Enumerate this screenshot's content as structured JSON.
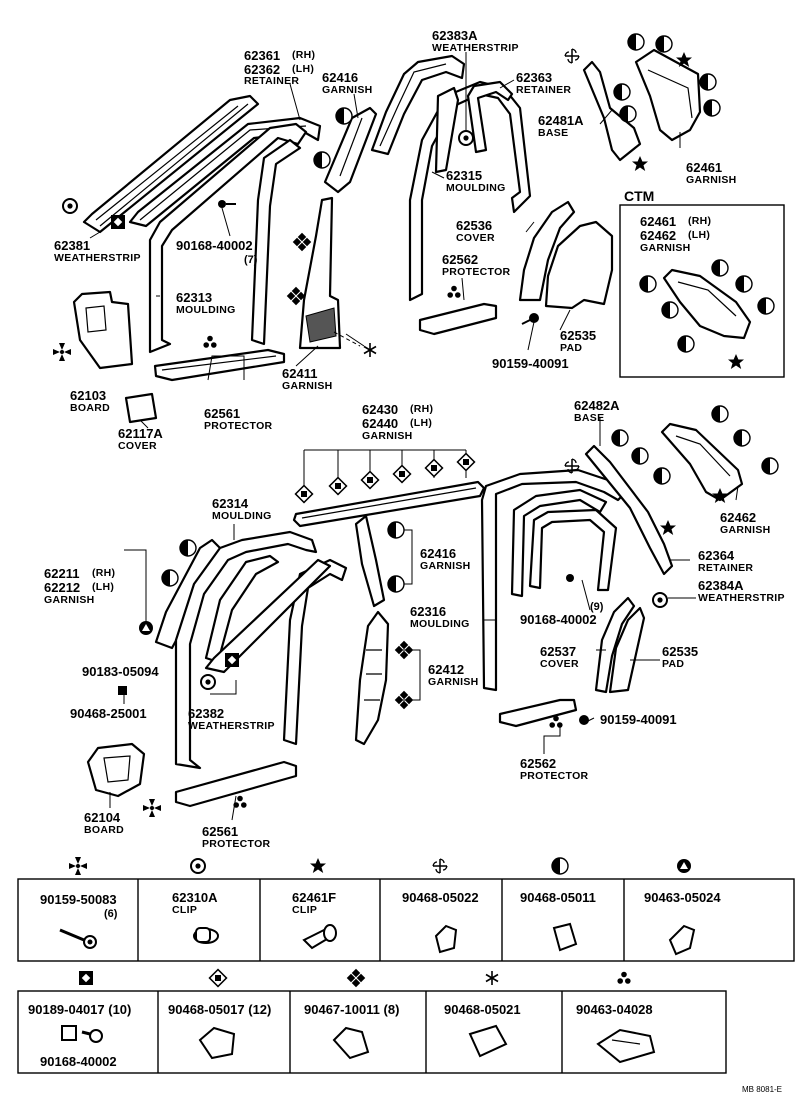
{
  "labels": {
    "p62361": "62361",
    "p62361_rh": "(RH)",
    "p62362": "62362",
    "p62362_lh": "(LH)",
    "n_retainer1": "RETAINER",
    "p62416a": "62416",
    "n_garnish_62416a": "GARNISH",
    "p62383a": "62383A",
    "n_weatherstrip_62383a": "WEATHERSTRIP",
    "p62363": "62363",
    "n_retainer_62363": "RETAINER",
    "p62481a": "62481A",
    "n_base_62481a": "BASE",
    "p62461": "62461",
    "n_garnish_62461": "GARNISH",
    "p62315": "62315",
    "n_moulding_62315": "MOULDING",
    "p62381": "62381",
    "n_weatherstrip_62381": "WEATHERSTRIP",
    "p90168a": "90168-40002",
    "q90168a": "(7)",
    "p62536": "62536",
    "n_cover_62536": "COVER",
    "p62562a": "62562",
    "n_protector_62562a": "PROTECTOR",
    "p62313": "62313",
    "n_moulding_62313": "MOULDING",
    "p62535a": "62535",
    "n_pad_62535a": "PAD",
    "p90159a": "90159-40091",
    "p62411": "62411",
    "n_garnish_62411": "GARNISH",
    "p62103": "62103",
    "n_board_62103": "BOARD",
    "p62117a": "62117A",
    "n_cover_62117a": "COVER",
    "p62561a": "62561",
    "n_protector_62561a": "PROTECTOR",
    "ctm": "CTM",
    "ctm_p62461": "62461",
    "ctm_rh": "(RH)",
    "ctm_p62462": "62462",
    "ctm_lh": "(LH)",
    "ctm_garnish": "GARNISH",
    "p62430": "62430",
    "p62430_rh": "(RH)",
    "p62440": "62440",
    "p62440_lh": "(LH)",
    "n_garnish_62430": "GARNISH",
    "p62482a": "62482A",
    "n_base_62482a": "BASE",
    "p62314": "62314",
    "n_moulding_62314": "MOULDING",
    "p62211": "62211",
    "p62211_rh": "(RH)",
    "p62212": "62212",
    "p62212_lh": "(LH)",
    "n_garnish_62211": "GARNISH",
    "p62416b": "62416",
    "n_garnish_62416b": "GARNISH",
    "p62462": "62462",
    "n_garnish_62462": "GARNISH",
    "p62364": "62364",
    "n_retainer_62364": "RETAINER",
    "p62384a": "62384A",
    "n_weatherstrip_62384a": "WEATHERSTRIP",
    "p90168b": "90168-40002",
    "q90168b": "(9)",
    "p62316": "62316",
    "n_moulding_62316": "MOULDING",
    "p62537": "62537",
    "n_cover_62537": "COVER",
    "p62535b": "62535",
    "n_pad_62535b": "PAD",
    "p90183": "90183-05094",
    "p62412": "62412",
    "n_garnish_62412": "GARNISH",
    "p90468a": "90468-25001",
    "p62382": "62382",
    "n_weatherstrip_62382": "WEATHERSTRIP",
    "p90159b": "90159-40091",
    "p62104": "62104",
    "n_board_62104": "BOARD",
    "p62562b": "62562",
    "n_protector_62562b": "PROTECTOR",
    "p62561b": "62561",
    "n_protector_62561b": "PROTECTOR"
  },
  "fasteners_row1": [
    {
      "symbol": "pinwheel",
      "part": "90159-50083",
      "name": "",
      "qty": "(6)"
    },
    {
      "symbol": "circle-dot",
      "part": "62310A",
      "name": "CLIP",
      "qty": ""
    },
    {
      "symbol": "star",
      "part": "62461F",
      "name": "CLIP",
      "qty": ""
    },
    {
      "symbol": "cross-fan",
      "part": "90468-05022",
      "name": "",
      "qty": ""
    },
    {
      "symbol": "half-circle",
      "part": "90468-05011",
      "name": "",
      "qty": ""
    },
    {
      "symbol": "triangle-circle",
      "part": "90463-05024",
      "name": "",
      "qty": ""
    }
  ],
  "fasteners_row2": [
    {
      "symbol": "square-diamond",
      "part": "90189-04017 (10)",
      "part2": "90168-40002"
    },
    {
      "symbol": "diamond-square",
      "part": "90468-05017 (12)"
    },
    {
      "symbol": "four-diamonds",
      "part": "90467-10011 (8)"
    },
    {
      "symbol": "asterisk",
      "part": "90468-05021"
    },
    {
      "symbol": "three-dots",
      "part": "90463-04028"
    }
  ],
  "footer": {
    "code": "MB 8081-E"
  },
  "colors": {
    "ink": "#000000",
    "paper": "#ffffff"
  }
}
